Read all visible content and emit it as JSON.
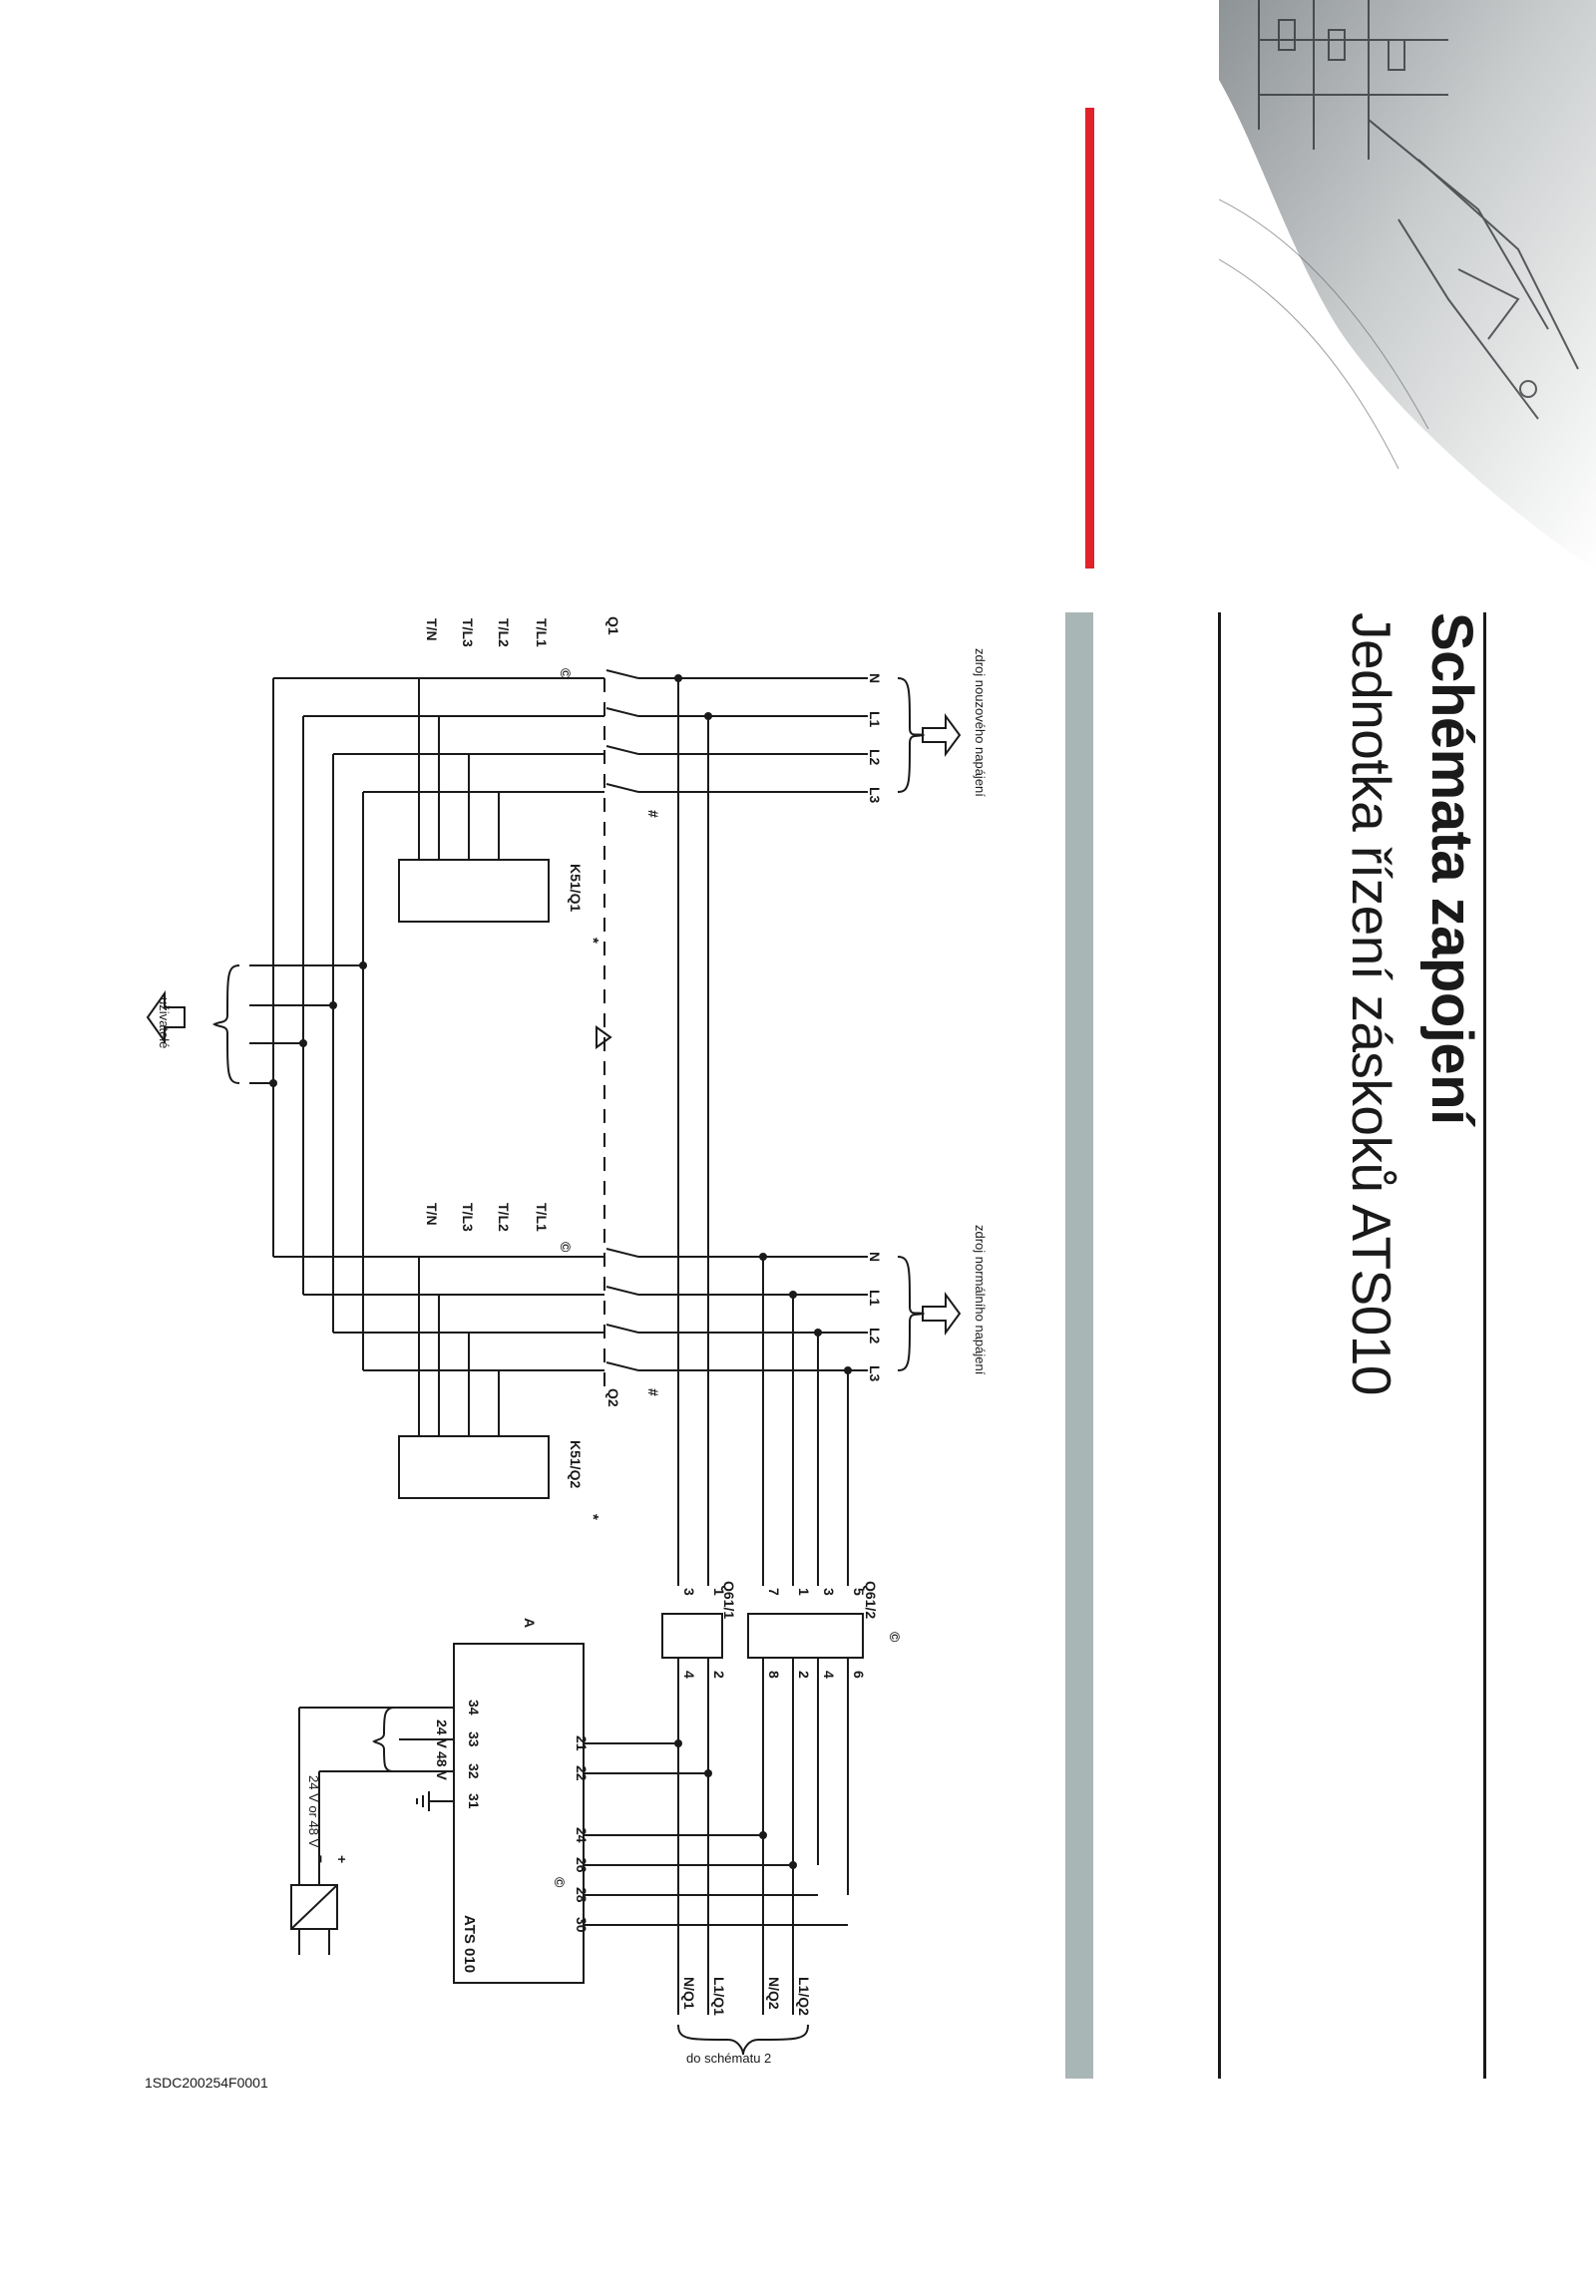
{
  "header": {
    "title": "Schémata zapojení",
    "subtitle": "Jednotka řízení záskoků ATS010"
  },
  "diagram": {
    "source_emergency": "zdroj nouzového napájení",
    "source_normal": "zdroj normálního napájení",
    "users": "uživatelé",
    "to_scheme": "do schématu 2",
    "phases": [
      "N",
      "L1",
      "L2",
      "L3"
    ],
    "breaker_q1": "Q1",
    "breaker_q2": "Q2",
    "trip_labels": [
      "T/N",
      "T/L3",
      "T/L2",
      "T/L1"
    ],
    "motor_q1": "K51/Q1",
    "motor_q2": "K51/Q2",
    "hash": "#",
    "star": "*",
    "circled_c": "©",
    "aux_q61_1": "Q61/1",
    "aux_q61_2": "Q61/2",
    "aux_pins_q61_1_top": [
      "1",
      "3"
    ],
    "aux_pins_q61_1_bottom": [
      "2",
      "4"
    ],
    "aux_pins_q61_2_top": [
      "5",
      "3",
      "1",
      "7"
    ],
    "aux_pins_q61_2_bottom": [
      "6",
      "4",
      "2",
      "8"
    ],
    "unit_label": "A",
    "unit_name": "ATS 010",
    "terminals_top": [
      "21",
      "22"
    ],
    "terminals_mid": [
      "24",
      "26",
      "28",
      "30"
    ],
    "terminals_left": [
      "34",
      "33",
      "32",
      "31"
    ],
    "v24": "24 V",
    "v48": "48 V",
    "supply": "24 V or 48 V",
    "plus": "+",
    "minus": "–",
    "outputs": [
      "N/Q1",
      "L1/Q1",
      "N/Q2",
      "L1/Q2"
    ]
  },
  "footer": {
    "code": "1SDC200254F0001"
  }
}
